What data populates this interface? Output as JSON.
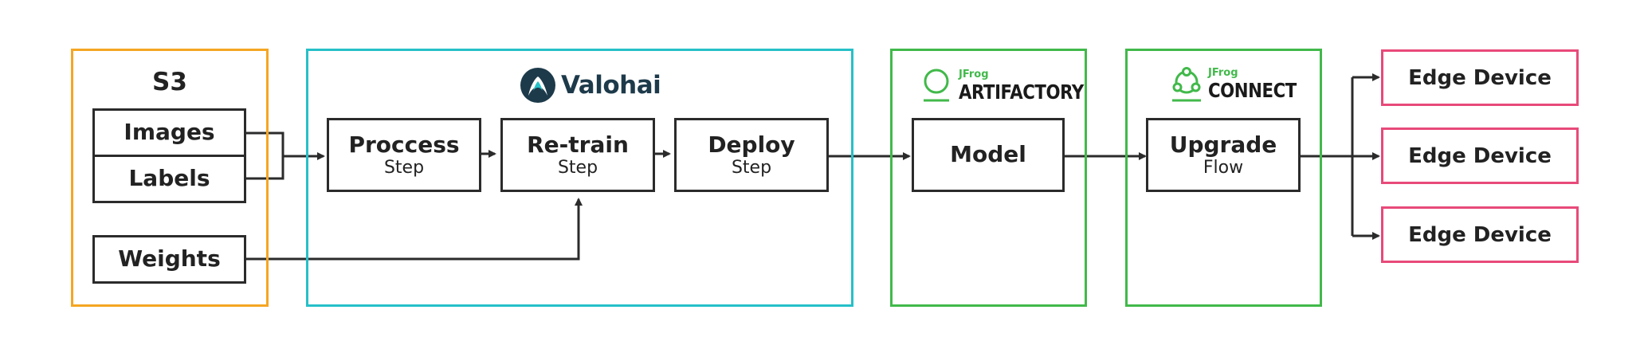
{
  "s3": {
    "title": "S3",
    "items": [
      "Images",
      "Labels",
      "Weights"
    ]
  },
  "valohai": {
    "logo_text": "Valohai",
    "steps": [
      {
        "title": "Proccess",
        "sub": "Step"
      },
      {
        "title": "Re-train",
        "sub": "Step"
      },
      {
        "title": "Deploy",
        "sub": "Step"
      }
    ]
  },
  "artifactory": {
    "brand": "JFrog",
    "product": "ARTIFACTORY",
    "node": "Model"
  },
  "connect": {
    "brand": "JFrog",
    "product": "CONNECT",
    "node_title": "Upgrade",
    "node_sub": "Flow"
  },
  "edges": [
    "Edge Device",
    "Edge Device",
    "Edge Device"
  ],
  "colors": {
    "s3": "#f5a623",
    "valohai": "#26c0c8",
    "jfrog": "#41b94a",
    "edge": "#e84a7a",
    "line": "#2b2b2b"
  }
}
